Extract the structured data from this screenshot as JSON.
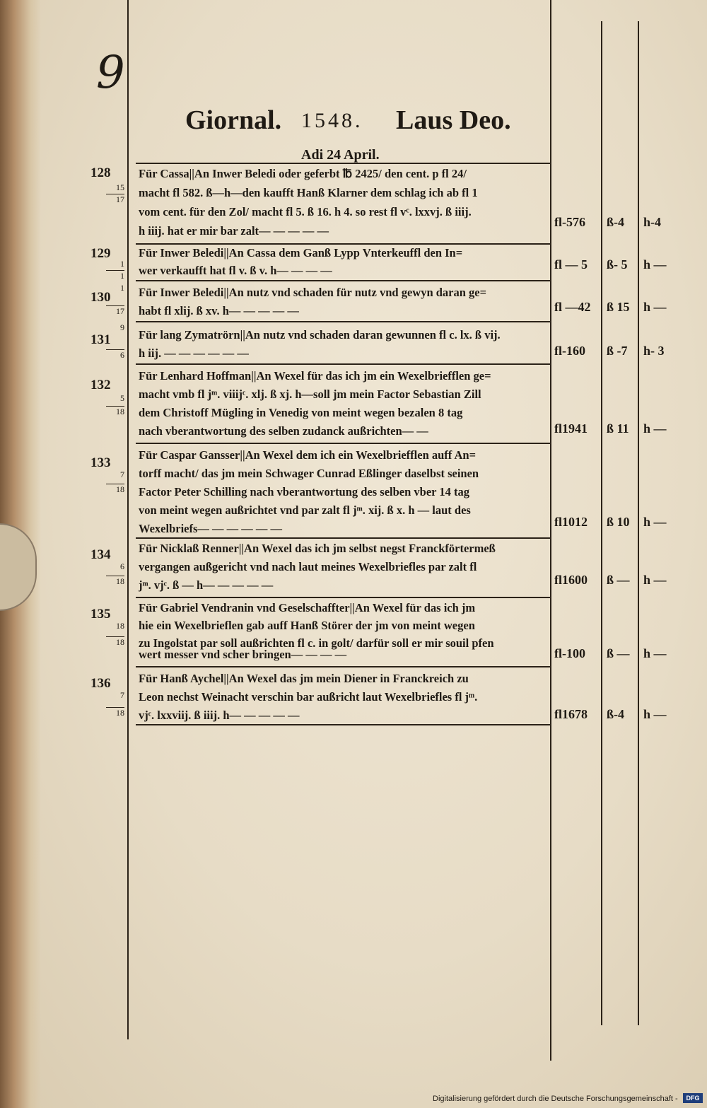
{
  "header": {
    "page_number": "9",
    "journal": "Giornal.",
    "year": "1548.",
    "motto": "Laus Deo."
  },
  "date_heading": "Adi 24 April.",
  "entries": [
    {
      "number": "128",
      "folio_top": "15",
      "folio_bottom": "17",
      "lines": [
        "Für Cassa||An Inwer Beledi oder geferbt ℔ 2425/ den cent. p fl 24/",
        "macht fl 582. ß—h—den kaufft Hanß Klarner dem schlag ich ab fl 1",
        "vom cent. für den Zol/ macht fl 5. ß 16. h 4. so rest fl vᶜ. lxxvj. ß iiij.",
        "h iiij. hat er mir bar zalt—    —    —    —    —"
      ],
      "amount": {
        "fl": "fl-576",
        "s": "ß-4",
        "h": "h-4"
      }
    },
    {
      "number": "129",
      "folio_top": "1",
      "folio_bottom": "1",
      "lines": [
        "Für Inwer Beledi||An Cassa dem Ganß Lypp Vnterkeuffl den In=",
        "wer verkaufft hat fl v. ß v. h—    —    —    —"
      ],
      "amount": {
        "fl": "fl — 5",
        "s": "ß- 5",
        "h": "h —"
      }
    },
    {
      "number": "130",
      "folio_top": "1",
      "folio_bottom": "17",
      "lines": [
        "Für Inwer Beledi||An nutz vnd schaden für nutz vnd gewyn daran ge=",
        "habt fl xlij. ß xv. h—    —    —    —    —"
      ],
      "amount": {
        "fl": "fl —42",
        "s": "ß 15",
        "h": "h —"
      }
    },
    {
      "number": "131",
      "folio_top": "9",
      "folio_bottom": "6",
      "lines": [
        "Für lang Zymatrörn||An nutz vnd schaden daran gewunnen fl c. lx. ß vij.",
        "h iij. —    —    —    —    —    —"
      ],
      "amount": {
        "fl": "fl-160",
        "s": "ß -7",
        "h": "h- 3"
      }
    },
    {
      "number": "132",
      "folio_top": "5",
      "folio_bottom": "18",
      "lines": [
        "Für Lenhard Hoffman||An Wexel für das ich jm ein Wexelbriefflen ge=",
        "macht vmb fl jᵐ. viiijᶜ. xlj. ß xj. h—soll jm mein Factor Sebastian Zill",
        "dem Christoff Mügling in Venedig von meint wegen bezalen 8 tag",
        "nach vberantwortung des selben zudanck außrichten—    —"
      ],
      "amount": {
        "fl": "fl1941",
        "s": "ß 11",
        "h": "h —"
      }
    },
    {
      "number": "133",
      "folio_top": "7",
      "folio_bottom": "18",
      "lines": [
        "Für Caspar Gansser||An Wexel dem ich ein Wexelbriefflen auff An=",
        "torff macht/ das jm mein Schwager Cunrad Eßlinger daselbst seinen",
        "Factor Peter Schilling nach vberantwortung des selben vber 14 tag",
        "von meint wegen außrichtet vnd par zalt fl jᵐ. xij. ß x. h — laut des",
        "Wexelbriefs—    —    —    —    —    —"
      ],
      "amount": {
        "fl": "fl1012",
        "s": "ß 10",
        "h": "h —"
      }
    },
    {
      "number": "134",
      "folio_top": "6",
      "folio_bottom": "18",
      "lines": [
        "Für Nicklaß Renner||An Wexel das ich jm selbst negst Franckförtermeß",
        "vergangen außgericht vnd nach laut meines Wexelbriefles par zalt fl",
        "jᵐ. vjᶜ. ß — h—    —    —    —    —"
      ],
      "amount": {
        "fl": "fl1600",
        "s": "ß —",
        "h": "h —"
      }
    },
    {
      "number": "135",
      "folio_top": "18",
      "folio_bottom": "18",
      "lines": [
        "Für Gabriel Vendranin vnd Geselschaffter||An Wexel für das ich jm",
        "hie ein Wexelbrieflen gab auff Hanß Störer der jm von meint wegen",
        "zu Ingolstat par soll außrichten fl c. in golt/ darfür soll er mir souil pfen",
        "wert messer vnd scher bringen—    —    —    —"
      ],
      "amount": {
        "fl": "fl-100",
        "s": "ß —",
        "h": "h —"
      }
    },
    {
      "number": "136",
      "folio_top": "7",
      "folio_bottom": "18",
      "lines": [
        "Für Hanß Aychel||An Wexel das jm mein Diener in Franckreich zu",
        "Leon nechst Weinacht verschin bar außricht laut Wexelbriefles fl jᵐ.",
        "vjᶜ. lxxviij. ß iiij. h—    —    —    —    —"
      ],
      "amount": {
        "fl": "fl1678",
        "s": "ß-4",
        "h": "h —"
      }
    }
  ],
  "footer": {
    "credit": "Digitalisierung gefördert durch die Deutsche Forschungsgemeinschaft -",
    "logo": "DFG"
  }
}
